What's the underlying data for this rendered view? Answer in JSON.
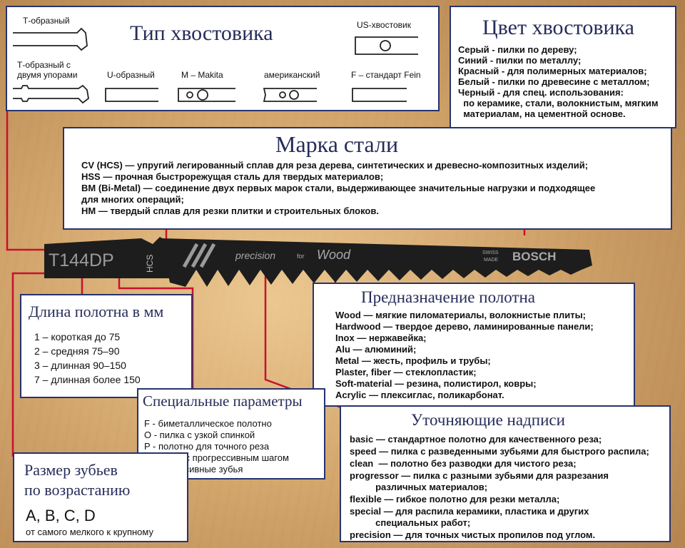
{
  "shank_type": {
    "title": "Тип хвостовика",
    "shapes": {
      "t": "Т-образный",
      "t_stops_1": "Т-образный с",
      "t_stops_2": "двумя упорами",
      "u": "U-образный",
      "makita": "M – Makita",
      "american": "американский",
      "fein": "F – стандарт Fein",
      "us": "US-хвостовик"
    }
  },
  "shank_color": {
    "title": "Цвет хвостовика",
    "lines": [
      "Серый - пилки по дереву;",
      "Синий - пилки по металлу;",
      "Красный - для полимерных материалов;",
      "Белый - пилки по древесине с металлом;",
      "Черный - для спец. использования:",
      "  по керамике, стали, волокнистым, мягким",
      "  материалам, на цементной основе."
    ]
  },
  "steel": {
    "title": "Марка стали",
    "lines": [
      "CV (HCS) — упругий легированный сплав для реза дерева, синтетических и древесно-композитных изделий;",
      "HSS — прочная быстрорежущая сталь для твердых материалов;",
      "BM (Bi-Metal) — соединение двух первых марок стали, выдерживающее значительные нагрузки и подходящее",
      "для многих операций;",
      "HM — твердый сплав для резки плитки и строительных блоков."
    ]
  },
  "blade": {
    "code": "T144DP",
    "steel_mark": "HCS",
    "text_precision": "precision",
    "text_for": "for",
    "text_wood": "Wood",
    "swiss": "SWISS",
    "made": "MADE",
    "brand": "BOSCH"
  },
  "length": {
    "title": "Длина полотна в мм",
    "lines": [
      "1 – короткая до 75",
      "2 – средняя 75–90",
      "3 – длинная 90–150",
      "7 – длинная более 150"
    ]
  },
  "purpose": {
    "title": "Предназначение полотна",
    "lines": [
      "Wood — мягкие пиломатериалы, волокнистые плиты;",
      "Hardwood — твердое дерево, ламинированные панели;",
      "Inox — нержавейка;",
      "Alu — алюминий;",
      "Metal — жесть, профиль и трубы;",
      "Plaster, fiber — стеклопластик;",
      "Soft-material — резина, полистирол, ковры;",
      "Acrylic — плексиглас, поликарбонат."
    ]
  },
  "special": {
    "title": "Специальные параметры",
    "lines": [
      "F - биметаллическое полотно",
      "O - пилка с узкой спинкой",
      "P - полотно для точного реза",
      "X - зубья с прогрессивным шагом",
      "R - реверсивные зубья"
    ]
  },
  "refine": {
    "title": "Уточняющие надписи",
    "lines": [
      "basic — стандартное полотно для качественного реза;",
      "speed — пилка с разведенными зубьями для быстрого распила;",
      "clean  — полотно без разводки для чистого реза;",
      "progressor — пилка с разными зубьями для разрезания",
      "          различных материалов;",
      "flexible — гибкое полотно для резки металла;",
      "special — для распила керамики, пластика и других",
      "          специальных работ;",
      "precision — для точных чистых пропилов под углом."
    ]
  },
  "teeth": {
    "title_1": "Размер зубьев",
    "title_2": "по возрастанию",
    "letters": "A, B, C, D",
    "note": "от самого мелкого к крупному"
  },
  "colors": {
    "frame": "#27336e",
    "connector": "#c8102e",
    "blade": "#1d1d1d"
  }
}
